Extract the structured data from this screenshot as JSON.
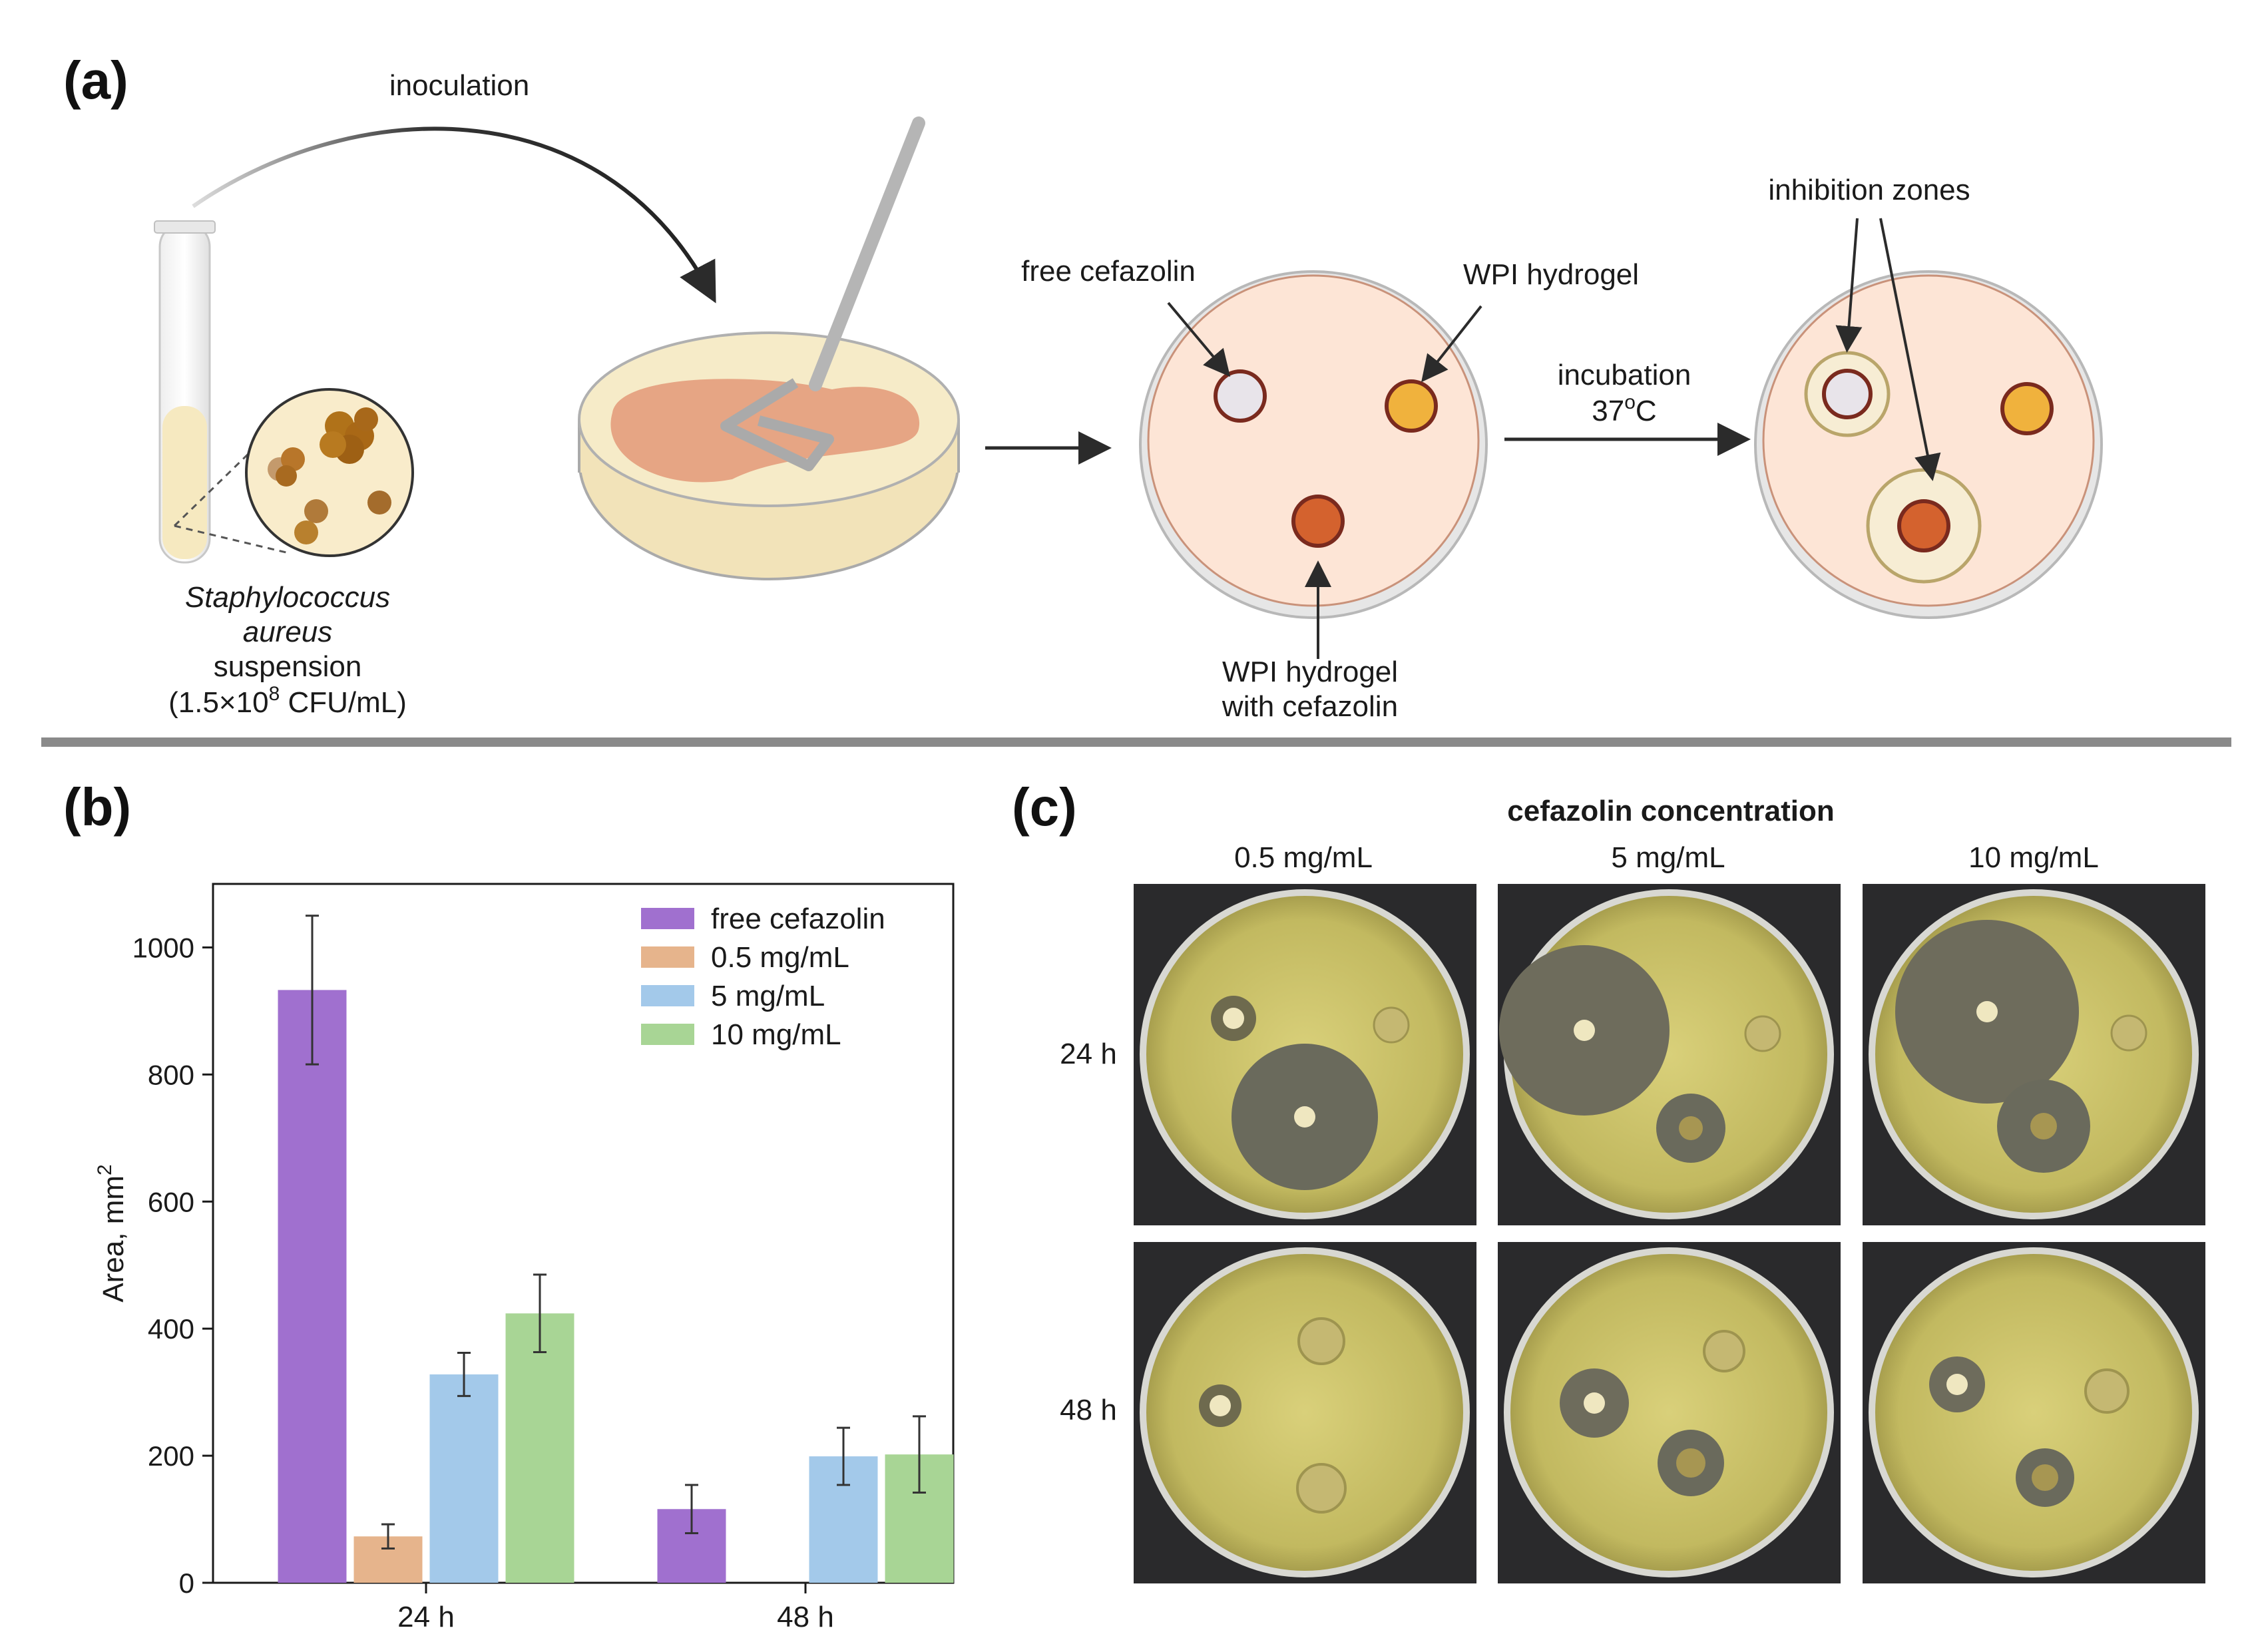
{
  "panels": {
    "a": {
      "letter": "(a)"
    },
    "b": {
      "letter": "(b)"
    },
    "c": {
      "letter": "(c)"
    }
  },
  "panel_a": {
    "inoculation": "inoculation",
    "organism_line1": "Staphylococcus",
    "organism_line2": "aureus",
    "suspension": "suspension",
    "concentration": "(1.5×10",
    "concentration_exp": "8",
    "concentration_unit": " CFU/mL)",
    "free_cefazolin": "free cefazolin",
    "wpi_hydrogel": "WPI hydrogel",
    "wpi_with_line1": "WPI hydrogel",
    "wpi_with_line2": "with cefazolin",
    "incubation": "incubation",
    "temperature": "37",
    "temperature_sup": "o",
    "temperature_unit": "C",
    "inhibition_zones": "inhibition zones",
    "colors": {
      "free_disc": "#e8e4ea",
      "hydrogel": "#f0b23d",
      "hydrogel_cef": "#d4622e",
      "agar": "#fde5d6",
      "culture": "#e6a584"
    }
  },
  "chart_data": {
    "type": "bar",
    "categories": [
      "24 h",
      "48 h"
    ],
    "ylabel": "Area, mm",
    "ylabel_sup": "2",
    "ylim": [
      0,
      1100
    ],
    "yticks": [
      0,
      200,
      400,
      600,
      800,
      1000
    ],
    "legend_position": "top-right",
    "series": [
      {
        "name": "free cefazolin",
        "color": "#a070cf",
        "values": [
          933,
          116
        ],
        "errors": [
          117,
          38
        ]
      },
      {
        "name": "0.5 mg/mL",
        "color": "#e6b48c",
        "values": [
          73,
          0
        ],
        "errors": [
          19,
          0
        ]
      },
      {
        "name": "5 mg/mL",
        "color": "#a3c9ea",
        "values": [
          328,
          199
        ],
        "errors": [
          34,
          45
        ]
      },
      {
        "name": "10 mg/mL",
        "color": "#a8d595",
        "values": [
          424,
          202
        ],
        "errors": [
          61,
          60
        ]
      }
    ]
  },
  "panel_c": {
    "title": "cefazolin concentration",
    "columns": [
      "0.5 mg/mL",
      "5 mg/mL",
      "10 mg/mL"
    ],
    "rows": [
      "24 h",
      "48 h"
    ]
  }
}
